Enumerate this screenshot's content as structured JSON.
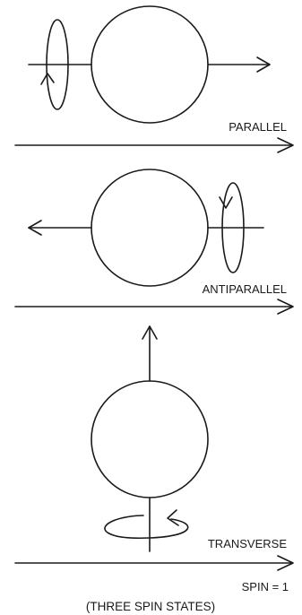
{
  "labels": {
    "parallel": "PARALLEL",
    "antiparallel": "ANTIPARALLEL",
    "transverse": "TRANSVERSE",
    "spin": "SPIN = 1",
    "caption": "(THREE SPIN STATES)"
  },
  "colors": {
    "ink": "#1a1a1a",
    "background": "#ffffff"
  }
}
